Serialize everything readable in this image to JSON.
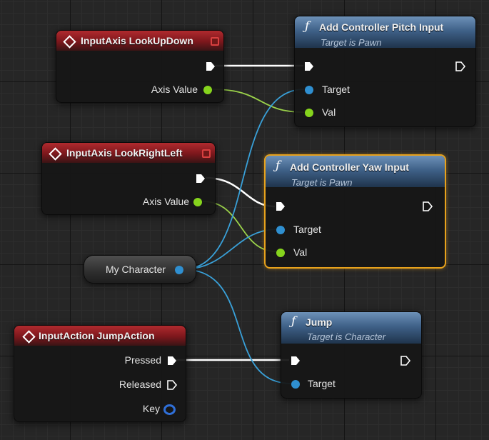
{
  "colors": {
    "exec_wire": "#ffffff",
    "float_wire": "#9bd24a",
    "object_wire": "#39a0d8",
    "event_header": "#9a2228",
    "function_header": "#4a6d94",
    "selected_outline": "#e8a21c"
  },
  "nodes": {
    "lookupdown": {
      "title": "InputAxis LookUpDown",
      "icon": "event-diamond-icon",
      "axis_label": "Axis Value"
    },
    "pitch": {
      "title": "Add Controller Pitch Input",
      "subtitle": "Target is Pawn",
      "icon": "function-icon",
      "target_label": "Target",
      "val_label": "Val"
    },
    "lookrightleft": {
      "title": "InputAxis LookRightLeft",
      "icon": "event-diamond-icon",
      "axis_label": "Axis Value"
    },
    "yaw": {
      "title": "Add Controller Yaw Input",
      "subtitle": "Target is Pawn",
      "icon": "function-icon",
      "target_label": "Target",
      "val_label": "Val",
      "selected": true
    },
    "my_character": {
      "label": "My Character"
    },
    "jumpaction": {
      "title": "InputAction JumpAction",
      "icon": "event-diamond-icon",
      "pressed_label": "Pressed",
      "released_label": "Released",
      "key_label": "Key"
    },
    "jump": {
      "title": "Jump",
      "subtitle": "Target is Character",
      "icon": "function-icon",
      "target_label": "Target"
    }
  }
}
